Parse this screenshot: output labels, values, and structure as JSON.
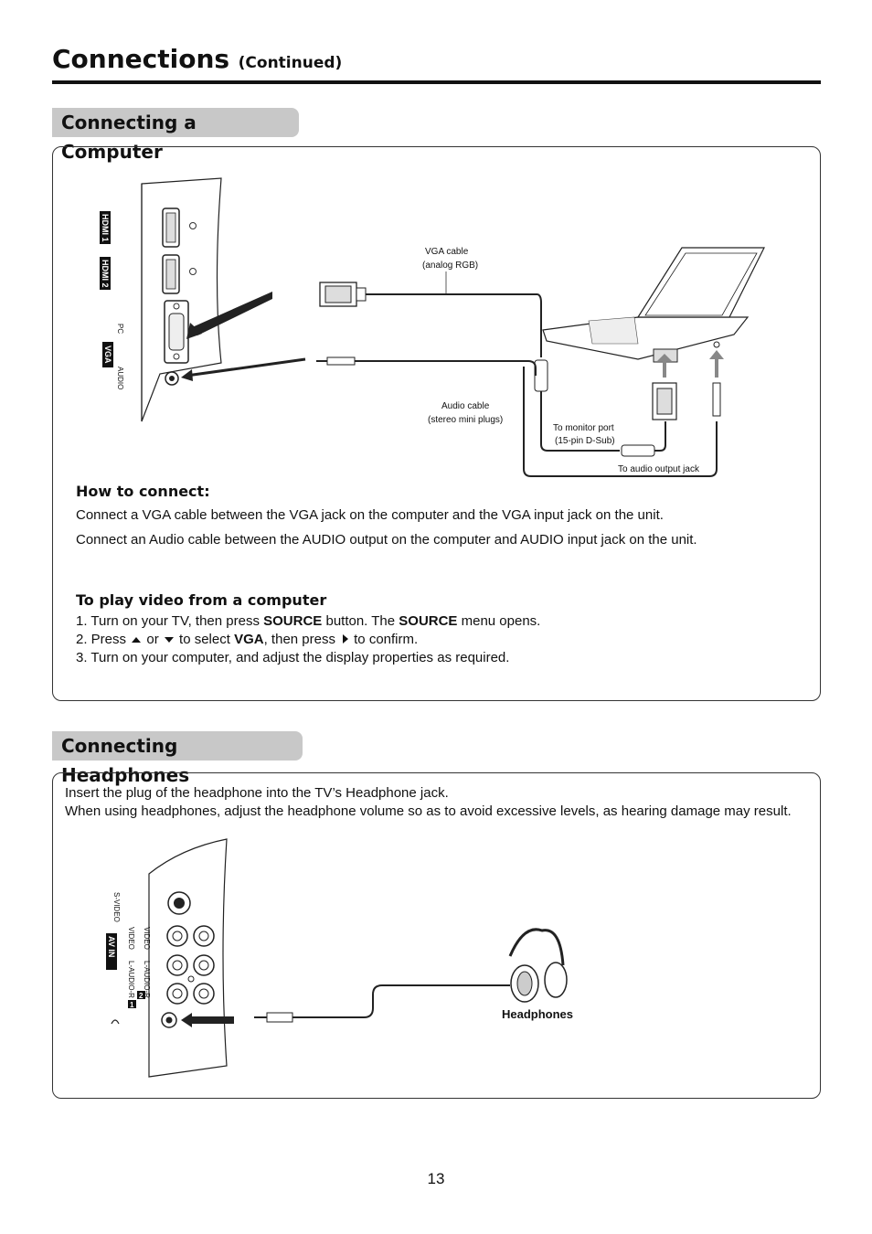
{
  "header": {
    "title": "Connections",
    "subtitle": "(Continued)"
  },
  "computer_section": {
    "heading": "Connecting a Computer",
    "diagram": {
      "hdmi1": "HDMI 1",
      "hdmi2": "HDMI 2",
      "pc": "PC",
      "vga": "VGA",
      "audio": "AUDIO",
      "vga_cable_line1": "VGA cable",
      "vga_cable_line2": "(analog RGB)",
      "audio_cable_line1": "Audio cable",
      "audio_cable_line2": "(stereo mini plugs)",
      "monitor_port_line1": "To monitor port",
      "monitor_port_line2": "(15-pin D-Sub)",
      "audio_output_jack": "To audio output jack"
    },
    "how_to_heading": "How to connect:",
    "how_to_lines": [
      "Connect a VGA cable between the VGA jack on the computer and the VGA input jack on the unit.",
      "Connect an Audio cable between  the AUDIO output on the computer and AUDIO input jack on the unit."
    ],
    "play_heading": "To play video from a computer",
    "steps": {
      "s1_a": "1. Turn on your TV,  then press ",
      "s1_b": "SOURCE",
      "s1_c": " button. The ",
      "s1_d": "SOURCE",
      "s1_e": " menu opens.",
      "s2_a": "2. Press ",
      "s2_b": " or ",
      "s2_c": " to select ",
      "s2_d": "VGA",
      "s2_e": ", then press ",
      "s2_f": "to confirm.",
      "s3": "3. Turn on your computer, and adjust the display properties as required."
    }
  },
  "headphones_section": {
    "heading": "Connecting Headphones",
    "line1": "Insert the plug of the headphone into the TV’s Headphone jack.",
    "line2": "When using headphones, adjust the headphone volume so as to avoid excessive levels, as hearing damage may result.",
    "diagram": {
      "svideo": "S-VIDEO",
      "video1": "VIDEO",
      "video2": "VIDEO",
      "audio1": "L-AUDIO-R",
      "audio2": "L-AUDIO-R",
      "av_in": "AV  IN",
      "num1": "1",
      "num2": "2",
      "headphones_label": "Headphones"
    }
  },
  "page_number": "13"
}
